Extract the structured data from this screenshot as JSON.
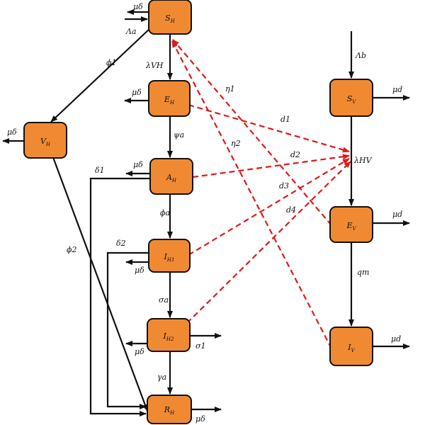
{
  "nodes": {
    "SH": {
      "name": "S",
      "sub": "H"
    },
    "EH": {
      "name": "E",
      "sub": "H"
    },
    "AH": {
      "name": "A",
      "sub": "H"
    },
    "IH1": {
      "name": "I",
      "sub": "H1"
    },
    "IH2": {
      "name": "I",
      "sub": "H2"
    },
    "RH": {
      "name": "R",
      "sub": "H"
    },
    "VH": {
      "name": "V",
      "sub": "H"
    },
    "SV": {
      "name": "S",
      "sub": "V"
    },
    "EV": {
      "name": "E",
      "sub": "V"
    },
    "IV": {
      "name": "I",
      "sub": "V"
    }
  },
  "labels": {
    "mu_delta": "μδ",
    "mu_d": "μd",
    "lambda_a": "Λa",
    "lambda_b": "Λb",
    "lambda_vh": "λVH",
    "lambda_hv": "λHV",
    "phi1": "ϕ1",
    "phi2": "ϕ2",
    "phi_a": "ϕa",
    "psi_a": "ψa",
    "sigma_a": "σa",
    "gamma_a": "γa",
    "sigma1": "σ1",
    "delta1": "δ1",
    "delta2": "δ2",
    "eta1": "η1",
    "eta2": "η2",
    "d1": "d1",
    "d2": "d2",
    "d3": "d3",
    "d4": "d4",
    "qm": "qm"
  },
  "colors": {
    "node_fill": "#f08a32",
    "node_stroke": "#111111",
    "edge": "#111111",
    "dashed_edge": "#e01818"
  }
}
